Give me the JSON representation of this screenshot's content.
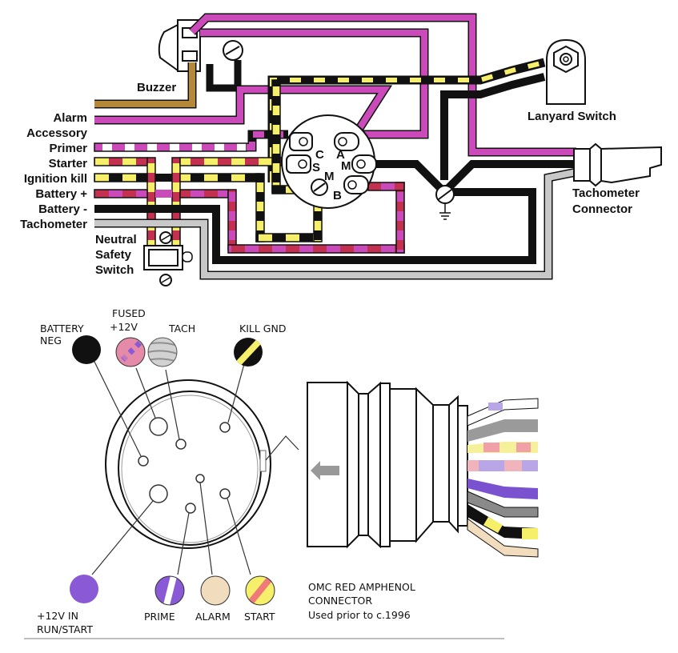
{
  "top_diagram": {
    "labels": {
      "buzzer": "Buzzer",
      "lanyard_switch": "Lanyard Switch",
      "tachometer_connector_1": "Tachometer",
      "tachometer_connector_2": "Connector",
      "neutral_safety_switch_1": "Neutral",
      "neutral_safety_switch_2": "Safety",
      "neutral_safety_switch_3": "Switch"
    },
    "terminals": [
      "C",
      "A",
      "S",
      "M",
      "M",
      "B"
    ],
    "wires": [
      {
        "label": "Alarm",
        "colors": [
          "#b5893a"
        ]
      },
      {
        "label": "Accessory",
        "colors": [
          "#c94ab8"
        ]
      },
      {
        "label": "Primer",
        "colors": [
          "#c94ab8",
          "#ffffff"
        ]
      },
      {
        "label": "Starter",
        "colors": [
          "#c4304f",
          "#f5ef6a"
        ]
      },
      {
        "label": "Ignition kill",
        "colors": [
          "#111111",
          "#f5ef6a"
        ]
      },
      {
        "label": "Battery +",
        "colors": [
          "#c94ab8",
          "#c4304f"
        ]
      },
      {
        "label": "Battery -",
        "colors": [
          "#111111"
        ]
      },
      {
        "label": "Tachometer",
        "colors": [
          "#c8c8c8"
        ]
      }
    ]
  },
  "bottom_diagram": {
    "pins": [
      {
        "label_1": "BATTERY",
        "label_2": "NEG",
        "color": "#111111",
        "stripe": null
      },
      {
        "label_1": "FUSED",
        "label_2": "+12V",
        "color": "#e58aa8",
        "stripe": "#8a5ad6"
      },
      {
        "label_1": "TACH",
        "label_2": "",
        "color": "#c9c9c9",
        "stripe": "#999999"
      },
      {
        "label_1": "KILL GND",
        "label_2": "",
        "color": "#111111",
        "stripe": "#f5ef6a"
      },
      {
        "label_1": "+12V IN",
        "label_2": "RUN/START",
        "color": "#8a5ad6",
        "stripe": null
      },
      {
        "label_1": "PRIME",
        "label_2": "",
        "color": "#8a5ad6",
        "stripe": "#ffffff"
      },
      {
        "label_1": "ALARM",
        "label_2": "",
        "color": "#f1ddbd",
        "stripe": null
      },
      {
        "label_1": "START",
        "label_2": "",
        "color": "#f5ef6a",
        "stripe": "#f07a7a"
      }
    ],
    "caption": {
      "line1": "OMC RED AMPHENOL",
      "line2": "CONNECTOR",
      "line3": "Used prior to c.1996"
    }
  }
}
